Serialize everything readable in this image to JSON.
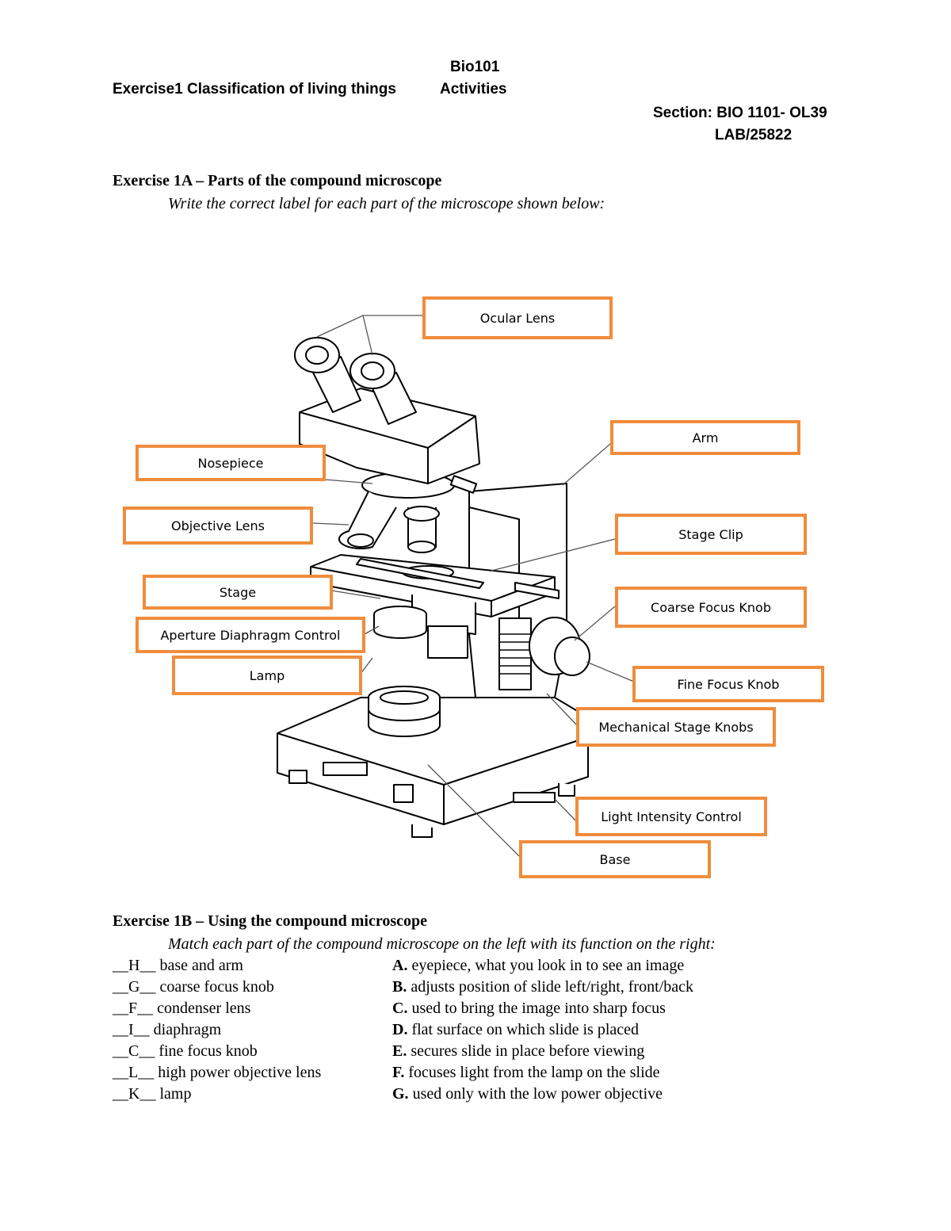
{
  "header": {
    "course": "Bio101",
    "exercise": "Exercise1 Classification of living things",
    "activities": "Activities",
    "section": "Section: BIO 1101- OL39",
    "lab": "LAB/25822"
  },
  "exercise_1a": {
    "title": "Exercise 1A – Parts of the compound microscope",
    "instruction": "Write the correct label for each part of the microscope shown below:",
    "labels": {
      "ocular_lens": "Ocular Lens",
      "arm": "Arm",
      "nosepiece": "Nosepiece",
      "objective_lens": "Objective Lens",
      "stage_clip": "Stage Clip",
      "stage": "Stage",
      "coarse_focus_knob": "Coarse Focus Knob",
      "aperture_diaphragm_control": "Aperture Diaphragm Control",
      "lamp": "Lamp",
      "fine_focus_knob": "Fine Focus Knob",
      "mechanical_stage_knobs": "Mechanical Stage Knobs",
      "light_intensity_control": "Light Intensity Control",
      "base": "Base"
    },
    "label_border_color": "#F08C3C"
  },
  "exercise_1b": {
    "title": "Exercise 1B – Using the compound microscope",
    "instruction": "Match each part of the compound microscope on the left with its function on the right:",
    "parts": [
      {
        "answer": "__H__",
        "text": " base and arm"
      },
      {
        "answer": "__G__",
        "text": " coarse focus knob"
      },
      {
        "answer": "__F__",
        "text": " condenser lens"
      },
      {
        "answer": "__I__",
        "text": " diaphragm"
      },
      {
        "answer": "__C__",
        "text": " fine focus knob"
      },
      {
        "answer": "__L__",
        "text": " high power objective lens"
      },
      {
        "answer": "__K__",
        "text": " lamp"
      }
    ],
    "functions": [
      {
        "letter": "A.",
        "text": " eyepiece, what you look in to see an image"
      },
      {
        "letter": "B.",
        "text": " adjusts position of slide left/right, front/back"
      },
      {
        "letter": "C.",
        "text": " used to bring the image into sharp focus"
      },
      {
        "letter": "D.",
        "text": " flat surface on which slide is placed"
      },
      {
        "letter": "E.",
        "text": " secures slide in place before viewing"
      },
      {
        "letter": "F.",
        "text": " focuses light from the lamp on the slide"
      },
      {
        "letter": "G.",
        "text": " used only with the low power objective"
      }
    ]
  }
}
